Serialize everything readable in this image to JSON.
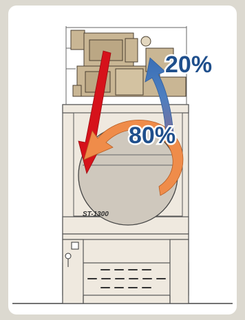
{
  "diagram": {
    "machine_label": "ST-1300",
    "pct_top": "20%",
    "pct_main": "80%"
  },
  "colors": {
    "background": "#dcd9d0",
    "card": "#ffffff",
    "machine_body": "#efe9df",
    "motor_tan": "#c9b694",
    "drum_fill": "#cfc8bd",
    "arrow_red": "#d6121b",
    "arrow_orange": "#ef8c4a",
    "arrow_blue": "#3f74b9",
    "label_blue": "#1f4f8c"
  }
}
